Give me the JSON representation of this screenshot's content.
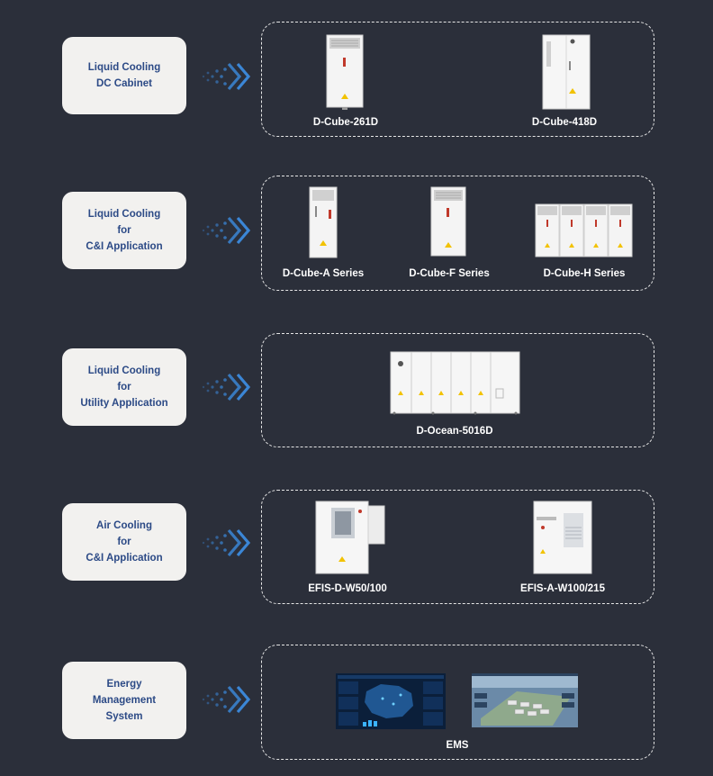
{
  "rows": [
    {
      "category": [
        "Liquid Cooling",
        "DC Cabinet"
      ],
      "products": [
        "D-Cube-261D",
        "D-Cube-418D"
      ]
    },
    {
      "category": [
        "Liquid Cooling",
        "for",
        "C&I Application"
      ],
      "products": [
        "D-Cube-A Series",
        "D-Cube-F Series",
        "D-Cube-H Series"
      ]
    },
    {
      "category": [
        "Liquid Cooling",
        "for",
        "Utility Application"
      ],
      "products": [
        "D-Ocean-5016D"
      ]
    },
    {
      "category": [
        "Air Cooling",
        "for",
        "C&I Application"
      ],
      "products": [
        "EFIS-D-W50/100",
        "EFIS-A-W100/215"
      ]
    },
    {
      "category": [
        "Energy",
        "Management",
        "System"
      ],
      "products": [
        "EMS"
      ]
    }
  ],
  "colors": {
    "background": "#2b2f3a",
    "category_box": "#f2f1ef",
    "category_text": "#2c4a86",
    "arrow": "#3b86d6"
  }
}
